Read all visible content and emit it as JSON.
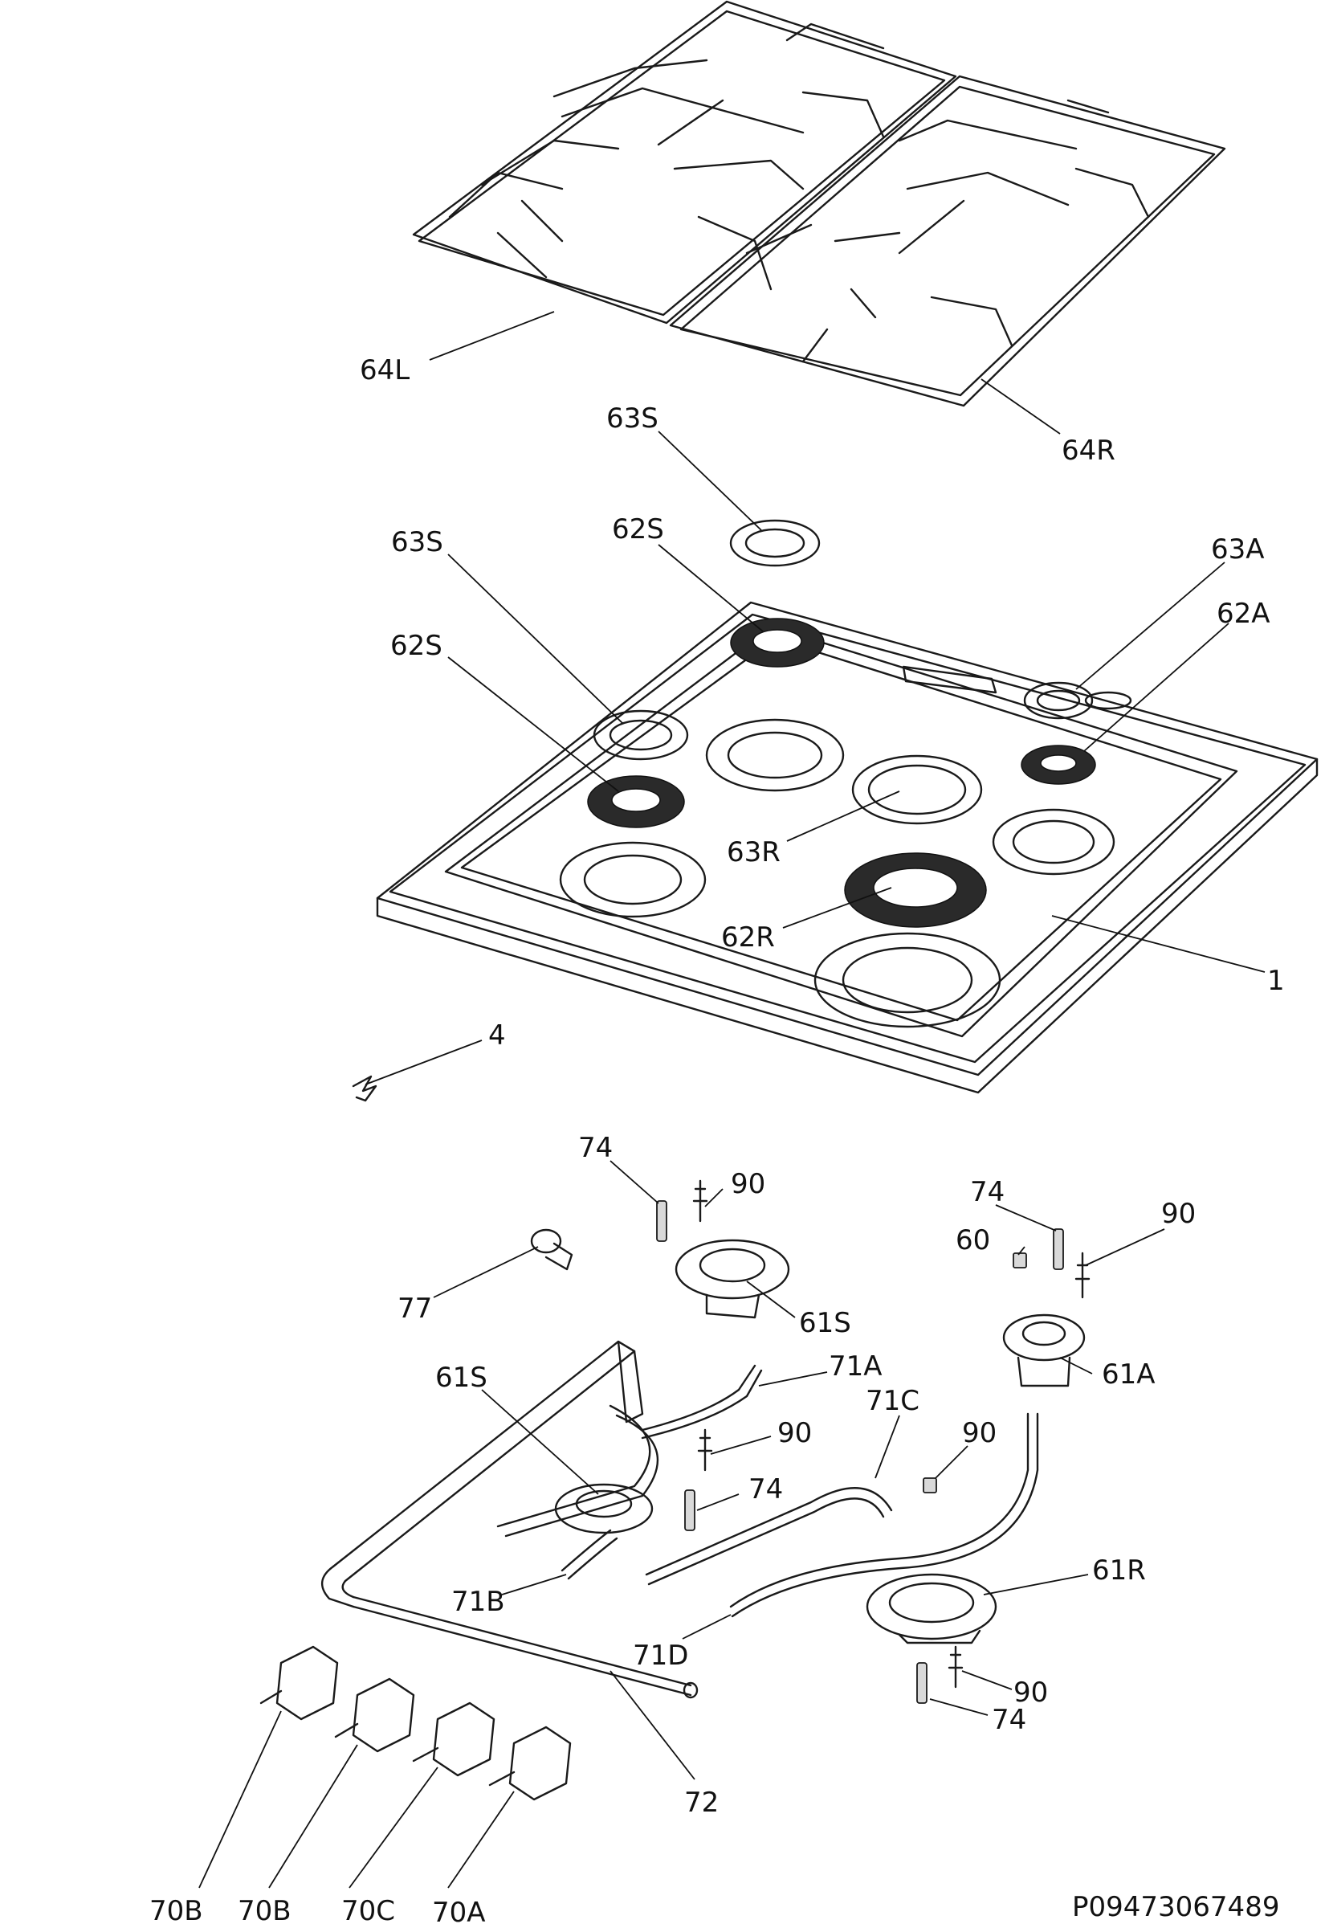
{
  "drawing_number": "P09473067489",
  "colors": {
    "ink": "#111111",
    "background": "#ffffff"
  },
  "labels": {
    "l64L": "64L",
    "l64R": "64R",
    "l63S_top": "63S",
    "l63S_left": "63S",
    "l62S_top": "62S",
    "l62S_left": "62S",
    "l63A": "63A",
    "l62A": "62A",
    "l63R": "63R",
    "l62R": "62R",
    "l1": "1",
    "l4": "4",
    "l74_a": "74",
    "l90_a": "90",
    "l74_b": "74",
    "l60": "60",
    "l90_b": "90",
    "l77": "77",
    "l61S_a": "61S",
    "l61A": "61A",
    "l71A": "71A",
    "l61S_b": "61S",
    "l71C": "71C",
    "l90_c": "90",
    "l90_d": "90",
    "l74_c": "74",
    "l61R": "61R",
    "l71B": "71B",
    "l71D": "71D",
    "l90_e": "90",
    "l74_d": "74",
    "l72": "72",
    "l70B_a": "70B",
    "l70B_b": "70B",
    "l70C": "70C",
    "l70A": "70A"
  }
}
